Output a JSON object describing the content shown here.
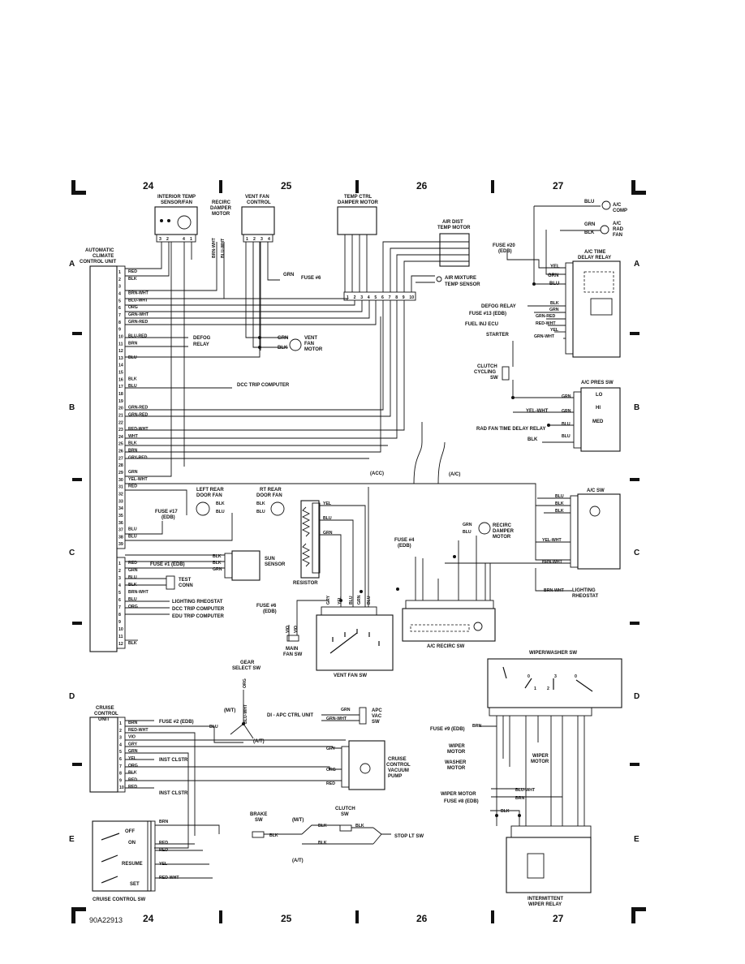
{
  "zones": {
    "columns": [
      "24",
      "25",
      "26",
      "27"
    ],
    "rows": [
      "A",
      "B",
      "C",
      "D",
      "E"
    ]
  },
  "footer": {
    "code": "90A22913"
  },
  "components": {
    "climate_unit": {
      "label1": "AUTOMATIC",
      "label2": "CLIMATE",
      "label3": "CONTROL UNIT"
    },
    "interior_temp": {
      "label1": "INTERIOR TEMP",
      "label2": "SENSOR/FAN"
    },
    "recirc_damper_top": {
      "label1": "RECIRC",
      "label2": "DAMPER",
      "label3": "MOTOR"
    },
    "vent_fan_control": {
      "label1": "VENT FAN",
      "label2": "CONTROL"
    },
    "temp_ctrl": {
      "label1": "TEMP CTRL",
      "label2": "DAMPER MOTOR"
    },
    "air_dist": {
      "label1": "AIR DIST",
      "label2": "TEMP MOTOR"
    },
    "air_mixture": {
      "label1": "AIR MIXTURE",
      "label2": "TEMP SENSOR"
    },
    "ac_comp": {
      "label1": "A/C",
      "label2": "COMP"
    },
    "ac_rad_fan": {
      "label1": "A/C",
      "label2": "RAD",
      "label3": "FAN"
    },
    "fuse20": {
      "label1": "FUSE #20",
      "label2": "(EDB)"
    },
    "ac_time_delay": {
      "label1": "A/C TIME",
      "label2": "DELAY RELAY"
    },
    "fuse6_top": {
      "label": "FUSE #6"
    },
    "vent_fan_motor": {
      "label1": "VENT",
      "label2": "FAN",
      "label3": "MOTOR"
    },
    "defog_relay_left": {
      "label1": "DEFOG",
      "label2": "RELAY"
    },
    "dcc_trip": {
      "label": "DCC TRIP COMPUTER"
    },
    "relay_inputs": {
      "defog": "DEFOG RELAY",
      "fuse13": "FUSE #13 (EDB)",
      "fuel_inj": "FUEL INJ ECU",
      "starter": "STARTER"
    },
    "clutch_cycling": {
      "label1": "CLUTCH",
      "label2": "CYCLING",
      "label3": "SW"
    },
    "ac_pres_sw": {
      "label": "A/C PRES SW",
      "lo": "LO",
      "hi": "HI",
      "med": "MED"
    },
    "rad_fan_relay": {
      "label": "RAD FAN TIME DELAY RELAY"
    },
    "acc": {
      "left": "(ACC)",
      "right": "(A/C)"
    },
    "left_rear_fan": {
      "label1": "LEFT REAR",
      "label2": "DOOR FAN"
    },
    "rt_rear_fan": {
      "label1": "RT REAR",
      "label2": "DOOR FAN"
    },
    "fuse17": {
      "label1": "FUSE #17",
      "label2": "(EDB)"
    },
    "resistor": {
      "label": "RESISTOR"
    },
    "recirc_damper_mid": {
      "label1": "RECIRC",
      "label2": "DAMPER",
      "label3": "MOTOR"
    },
    "fuse4": {
      "label1": "FUSE #4",
      "label2": "(EDB)"
    },
    "ac_sw": {
      "label": "A/C SW"
    },
    "lighting_rheostat_right": {
      "label1": "LIGHTING",
      "label2": "RHEOSTAT"
    },
    "sun_sensor": {
      "label1": "SUN",
      "label2": "SENSOR"
    },
    "fuse1": {
      "label": "FUSE #1 (EDB)"
    },
    "test_conn": {
      "label1": "TEST",
      "label2": "CONN"
    },
    "bottom_outputs": {
      "light": "LIGHTING RHEOSTAT",
      "dcc": "DCC TRIP COMPUTER",
      "edu": "EDU TRIP COMPUTER"
    },
    "fuse6_mid": {
      "label1": "FUSE #6",
      "label2": "(EDB)"
    },
    "main_fan_sw": {
      "label1": "MAIN",
      "label2": "FAN SW"
    },
    "vent_fan_sw": {
      "label": "VENT FAN SW"
    },
    "ac_recirc_sw": {
      "label": "A/C RECIRC SW"
    },
    "gear_select": {
      "label1": "GEAR",
      "label2": "SELECT SW"
    },
    "cruise_unit": {
      "label1": "CRUISE",
      "label2": "CONTROL",
      "label3": "UNIT"
    },
    "fuse2": {
      "label": "FUSE #2 (EDB)"
    },
    "mt": "(M/T)",
    "at": "(A/T)",
    "di_apc": {
      "label": "DI - APC CTRL UNIT"
    },
    "apc_vac": {
      "label1": "APC",
      "label2": "VAC",
      "label3": "SW"
    },
    "inst_clstr": {
      "label": "INST CLSTR"
    },
    "cruise_pump": {
      "label1": "CRUISE",
      "label2": "CONTROL",
      "label3": "VACUUM",
      "label4": "PUMP"
    },
    "brake_sw": {
      "label1": "BRAKE",
      "label2": "SW"
    },
    "clutch_sw": {
      "label1": "CLUTCH",
      "label2": "SW"
    },
    "stop_lt": {
      "label": "STOP LT SW"
    },
    "cruise_sw": {
      "label": "CRUISE CONTROL SW",
      "off": "OFF",
      "on": "ON",
      "resume": "RESUME",
      "set": "SET"
    },
    "wiper_washer": {
      "label": "WIPER/WASHER SW"
    },
    "fuse9": {
      "label": "FUSE #9 (EDB)"
    },
    "wiper_motor_left": {
      "label1": "WIPER",
      "label2": "MOTOR"
    },
    "washer_motor": {
      "label1": "WASHER",
      "label2": "MOTOR"
    },
    "wiper_motor_right": {
      "label1": "WIPER",
      "label2": "MOTOR"
    },
    "wiper_motor_line": {
      "label": "WIPER MOTOR"
    },
    "fuse8": {
      "label": "FUSE #8 (EDB)"
    },
    "intermittent": {
      "label1": "INTERMITTENT",
      "label2": "WIPER RELAY"
    }
  },
  "wires": {
    "climate_pins": [
      {
        "pin": "1",
        "color": "RED"
      },
      {
        "pin": "2",
        "color": "BLK"
      },
      {
        "pin": "3",
        "color": ""
      },
      {
        "pin": "4",
        "color": "BRN-WHT"
      },
      {
        "pin": "5",
        "color": "BLU-WHT"
      },
      {
        "pin": "6",
        "color": "ORG"
      },
      {
        "pin": "7",
        "color": "GRN-WHT"
      },
      {
        "pin": "8",
        "color": "GRN-RED"
      },
      {
        "pin": "9",
        "color": ""
      },
      {
        "pin": "10",
        "color": "BLU-RED"
      },
      {
        "pin": "11",
        "color": "BRN"
      },
      {
        "pin": "12",
        "color": ""
      },
      {
        "pin": "13",
        "color": "BLU"
      },
      {
        "pin": "14",
        "color": ""
      },
      {
        "pin": "15",
        "color": ""
      },
      {
        "pin": "16",
        "color": "BLK"
      },
      {
        "pin": "17",
        "color": "BLU"
      },
      {
        "pin": "18",
        "color": ""
      },
      {
        "pin": "19",
        "color": ""
      },
      {
        "pin": "20",
        "color": "GRN-RED"
      },
      {
        "pin": "21",
        "color": "GRN-RED"
      },
      {
        "pin": "22",
        "color": ""
      },
      {
        "pin": "23",
        "color": "RED-WHT"
      },
      {
        "pin": "24",
        "color": "WHT"
      },
      {
        "pin": "25",
        "color": "BLK"
      },
      {
        "pin": "26",
        "color": "BRN"
      },
      {
        "pin": "27",
        "color": "GRY-RED"
      },
      {
        "pin": "28",
        "color": ""
      },
      {
        "pin": "29",
        "color": "GRN"
      },
      {
        "pin": "30",
        "color": "YEL-WHT"
      },
      {
        "pin": "31",
        "color": "RED"
      },
      {
        "pin": "32",
        "color": ""
      },
      {
        "pin": "33",
        "color": ""
      },
      {
        "pin": "34",
        "color": ""
      },
      {
        "pin": "35",
        "color": ""
      },
      {
        "pin": "36",
        "color": ""
      },
      {
        "pin": "37",
        "color": "BLU"
      },
      {
        "pin": "38",
        "color": "BLU"
      },
      {
        "pin": "39",
        "color": ""
      }
    ],
    "climate_conn2": [
      {
        "pin": "1",
        "color": "RED"
      },
      {
        "pin": "2",
        "color": "GRN"
      },
      {
        "pin": "3",
        "color": "BLU"
      },
      {
        "pin": "4",
        "color": "BLK"
      },
      {
        "pin": "5",
        "color": "BRN-WHT"
      },
      {
        "pin": "6",
        "color": "BLU"
      },
      {
        "pin": "7",
        "color": "ORG"
      },
      {
        "pin": "8",
        "color": ""
      },
      {
        "pin": "9",
        "color": ""
      },
      {
        "pin": "10",
        "color": ""
      },
      {
        "pin": "11",
        "color": ""
      },
      {
        "pin": "12",
        "color": "BLK"
      }
    ],
    "cruise_pins": [
      {
        "pin": "1",
        "color": "BRN"
      },
      {
        "pin": "2",
        "color": "RED-WHT"
      },
      {
        "pin": "3",
        "color": "VIO"
      },
      {
        "pin": "4",
        "color": "GRY"
      },
      {
        "pin": "5",
        "color": "GRN"
      },
      {
        "pin": "6",
        "color": "YEL"
      },
      {
        "pin": "7",
        "color": "ORG"
      },
      {
        "pin": "8",
        "color": "BLK"
      },
      {
        "pin": "9",
        "color": "RED"
      },
      {
        "pin": "10",
        "color": "RED"
      }
    ],
    "misc": {
      "red": "RED",
      "blk": "BLK",
      "blu": "BLU",
      "grn": "GRN",
      "wht": "WHT",
      "yel": "YEL",
      "brn": "BRN",
      "orn": "ORG",
      "gry": "GRY",
      "vio": "VIO",
      "yel_wht": "YEL-WHT",
      "grn_red": "GRN-RED",
      "red_wht": "RED-WHT",
      "grn_wht": "GRN-WHT",
      "brn_wht": "BRN-WHT",
      "blu_wht": "BLU-WHT",
      "blu_red": "BLU-RED"
    }
  }
}
